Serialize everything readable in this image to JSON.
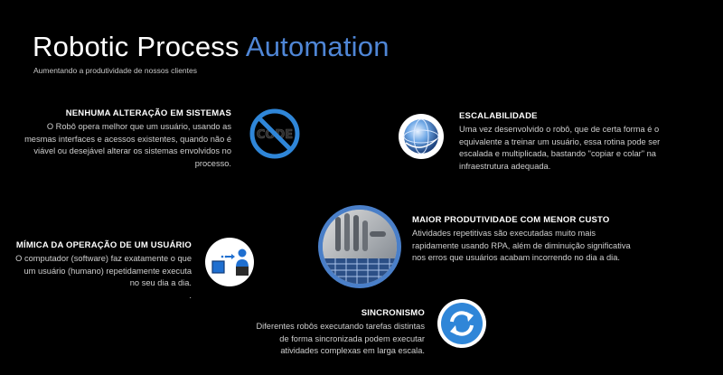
{
  "header": {
    "title_main": "Robotic Process ",
    "title_accent": "Automation",
    "subtitle": "Aumentando a produtividade de nossos clientes"
  },
  "features": {
    "no_change": {
      "title": "NENHUMA ALTERAÇÃO EM SISTEMAS",
      "text": "O Robô opera melhor que um usuário, usando as mesmas interfaces e acessos existentes, quando não é viável ou desejável alterar os sistemas envolvidos no processo.",
      "icon": "no-code-icon"
    },
    "scalability": {
      "title": "ESCALABILIDADE",
      "text": "Uma vez desenvolvido o robô, que de certa forma é o equivalente a treinar um usuário, essa rotina pode ser escalada e multiplicada, bastando \"copiar e colar\" na infraestrutura adequada.",
      "icon": "globe-icon"
    },
    "productivity": {
      "title": "MAIOR PRODUTIVIDADE COM MENOR CUSTO",
      "text": "Atividades repetitivas são executadas muito mais rapidamente usando RPA, além de diminuição significativa nos erros que usuários acabam incorrendo no dia a dia.",
      "icon": "robot-hand-image"
    },
    "mimicry": {
      "title": "MÍMICA DA OPERAÇÃO DE UM USUÁRIO",
      "text": "O computador (software) faz exatamente o que um usuário (humano) repetidamente executa no seu dia a dia.",
      "dot": ".",
      "icon": "computer-to-user-icon"
    },
    "sync": {
      "title": "SINCRONISMO",
      "text": "Diferentes robôs executando tarefas distintas de forma sincronizada podem executar atividades complexas em larga escala.",
      "icon": "sync-icon"
    }
  },
  "colors": {
    "background": "#000000",
    "accent": "#4f86d6",
    "icon_blue": "#2f86d8"
  }
}
